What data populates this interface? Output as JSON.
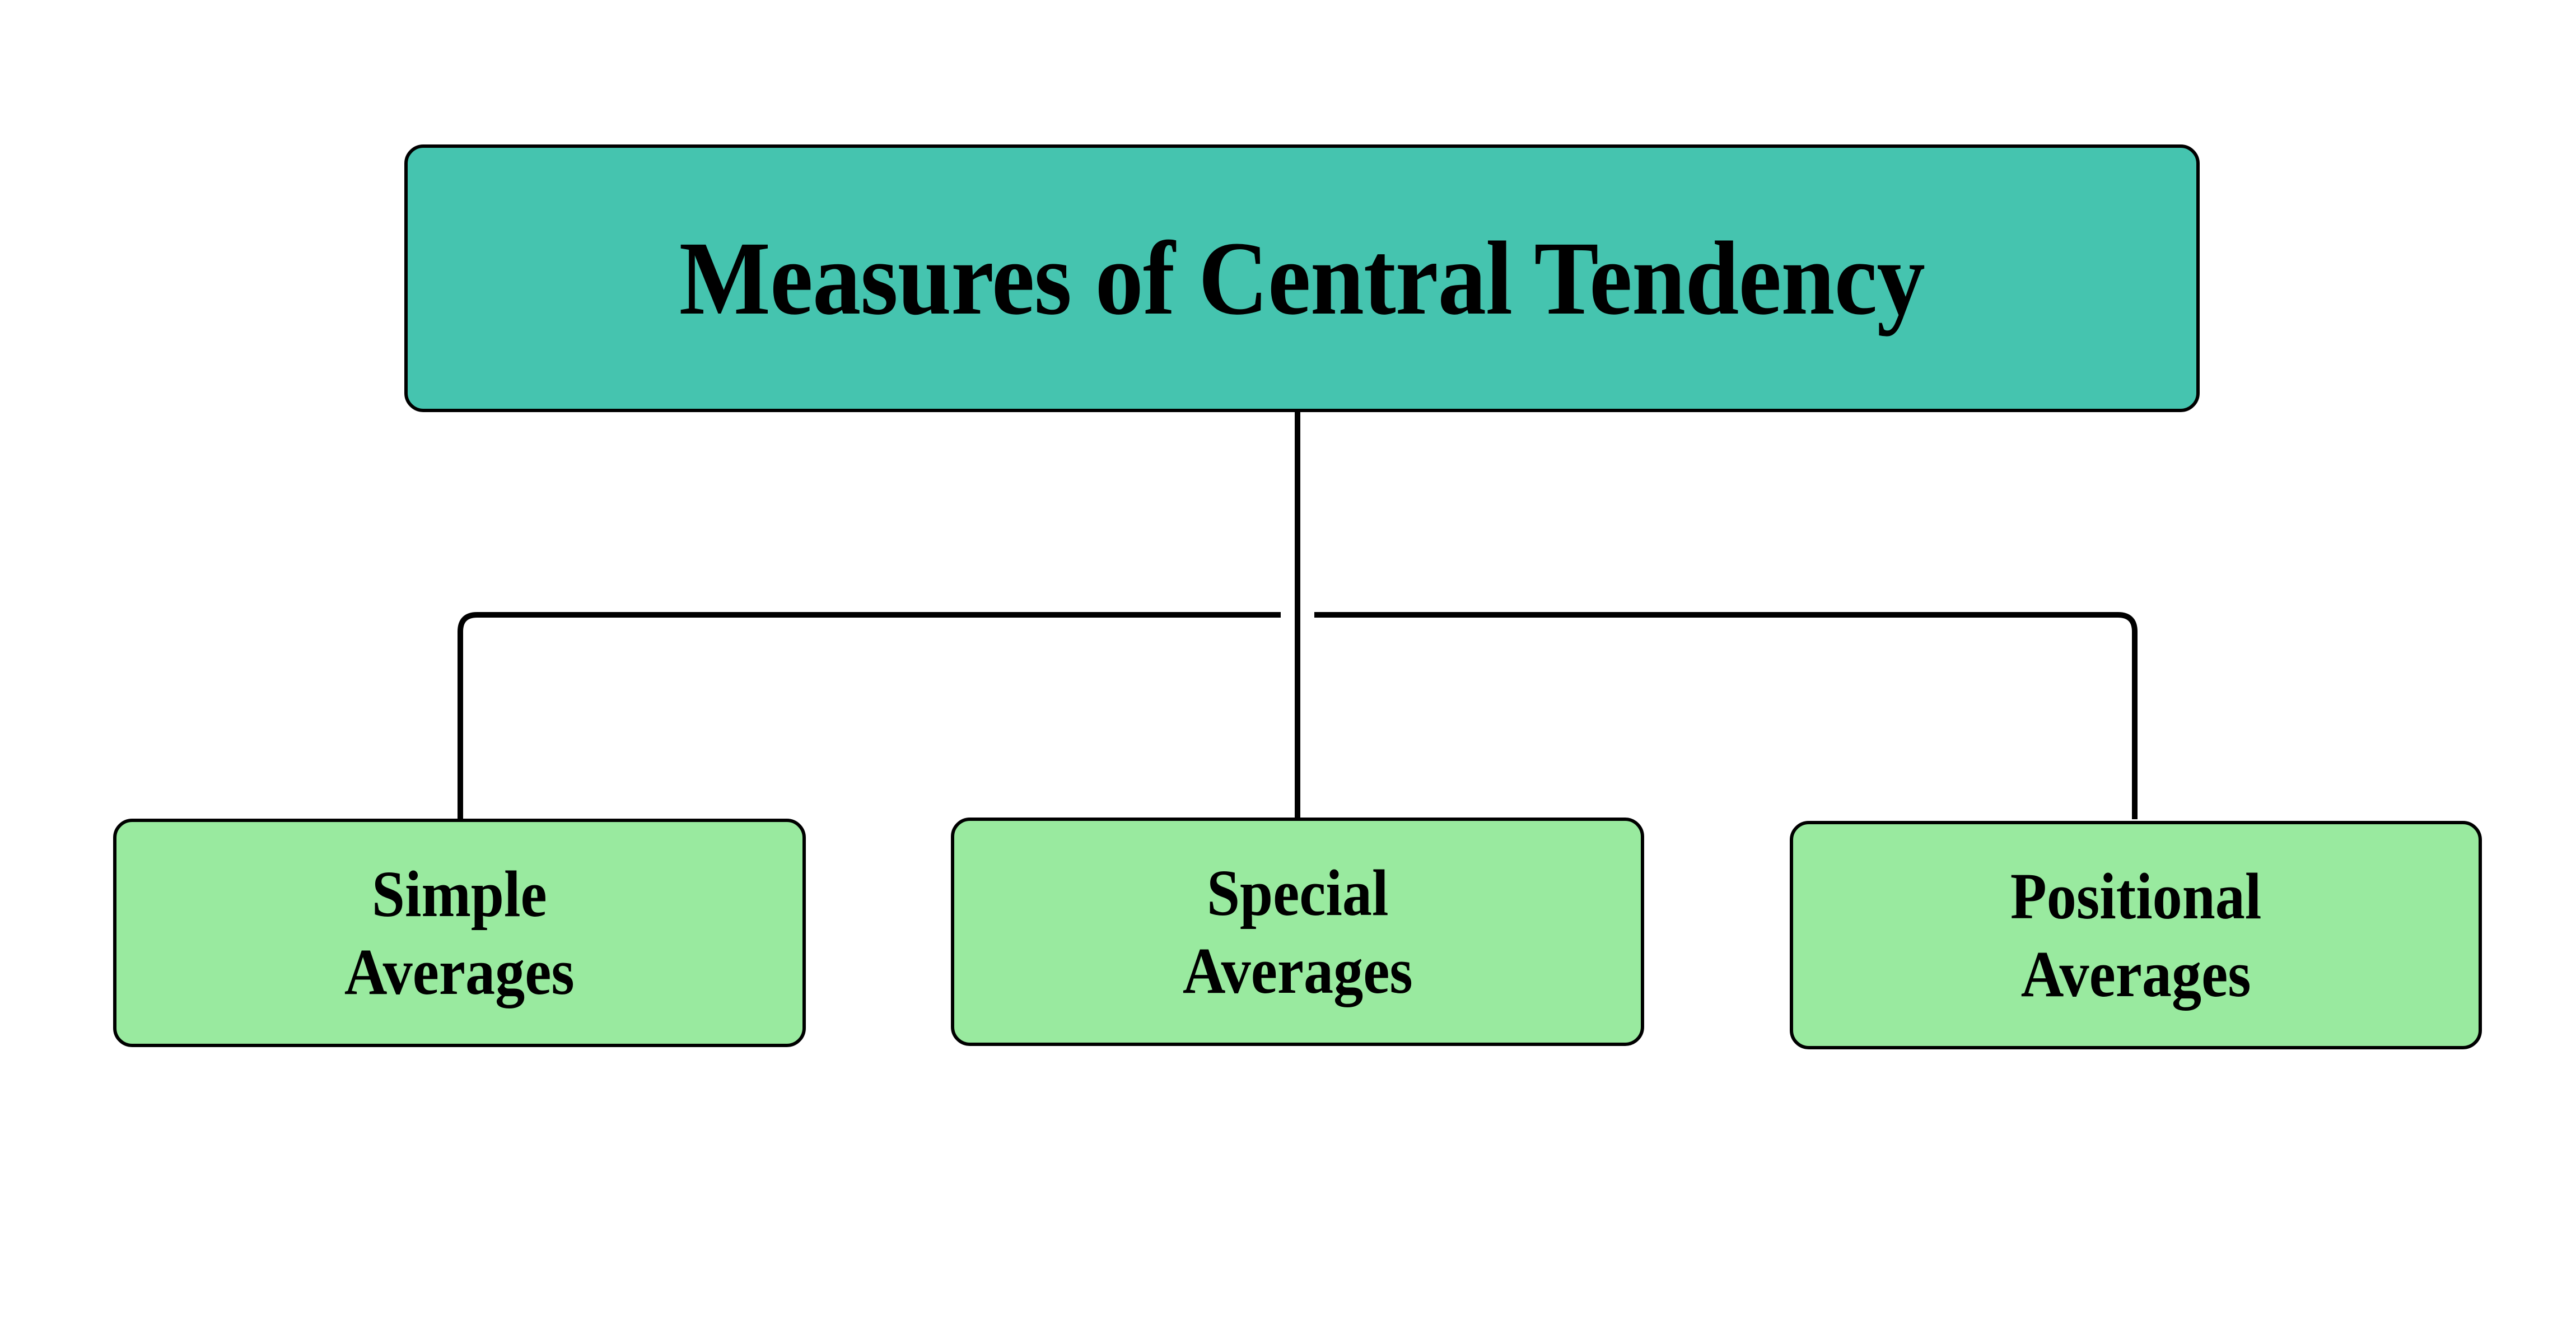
{
  "diagram": {
    "type": "hierarchy-tree",
    "orientation": "top-down",
    "background_color": "#ffffff",
    "edge_color": "#000000",
    "root": {
      "label": "Measures of Central Tendency",
      "fill_color": "#45c4af",
      "border_color": "#000000"
    },
    "children": [
      {
        "label": "Simple\nAverages",
        "line1": "Simple",
        "line2": "Averages",
        "fill_color": "#99ea9f",
        "border_color": "#000000"
      },
      {
        "label": "Special\nAverages",
        "line1": "Special",
        "line2": "Averages",
        "fill_color": "#99ea9f",
        "border_color": "#000000"
      },
      {
        "label": "Positional\nAverages",
        "line1": "Positional",
        "line2": "Averages",
        "fill_color": "#99ea9f",
        "border_color": "#000000"
      }
    ]
  }
}
